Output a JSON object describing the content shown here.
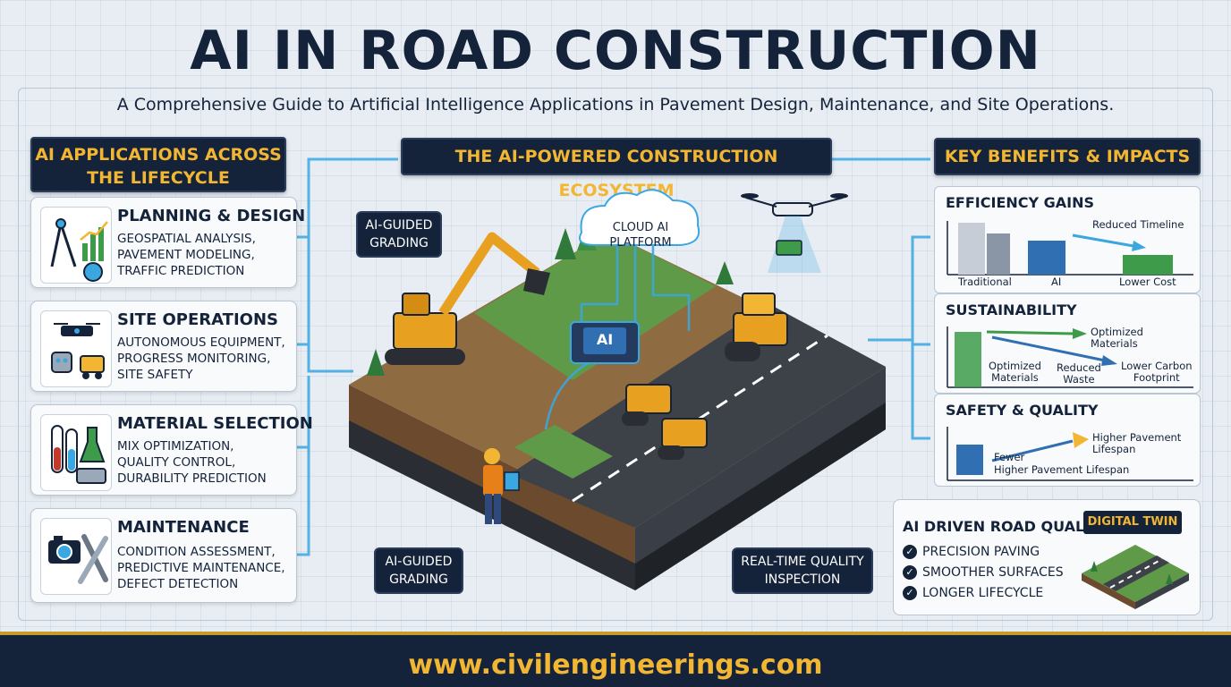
{
  "title": "AI IN ROAD CONSTRUCTION",
  "subtitle": "A Comprehensive Guide to Artificial Intelligence Applications in Pavement Design, Maintenance, and Site Operations.",
  "left": {
    "header_line1": "AI APPLICATIONS ACROSS",
    "header_line2": "THE LIFECYCLE",
    "cards": [
      {
        "title": "PLANNING & DESIGN",
        "lines": [
          "GEOSPATIAL ANALYSIS,",
          "PAVEMENT MODELING,",
          "TRAFFIC PREDICTION"
        ],
        "icon": "compass-chart-icon"
      },
      {
        "title": "SITE OPERATIONS",
        "lines": [
          "AUTONOMOUS EQUIPMENT,",
          "PROGRESS MONITORING,",
          "SITE SAFETY"
        ],
        "icon": "drone-robot-icon"
      },
      {
        "title": "MATERIAL SELECTION",
        "lines": [
          "MIX OPTIMIZATION,",
          "QUALITY CONTROL,",
          "DURABILITY PREDICTION"
        ],
        "icon": "test-tube-icon"
      },
      {
        "title": "MAINTENANCE",
        "lines": [
          "CONDITION ASSESSMENT,",
          "PREDICTIVE MAINTENANCE,",
          "DEFECT DETECTION"
        ],
        "icon": "camera-wrench-icon"
      }
    ]
  },
  "center": {
    "header": "THE AI-POWERED CONSTRUCTION ECOSYSTEM",
    "cloud_line1": "CLOUD AI",
    "cloud_line2": "PLATFORM",
    "chip_label": "AI",
    "callout_top_line1": "AI-GUIDED",
    "callout_top_line2": "GRADING",
    "callout_bottom_line1": "AI-GUIDED",
    "callout_bottom_line2": "GRADING",
    "callout_inspect_line1": "REAL-TIME QUALITY",
    "callout_inspect_line2": "INSPECTION"
  },
  "right": {
    "header": "KEY BENEFITS & IMPACTS",
    "efficiency": {
      "title": "EFFICIENCY GAINS",
      "arrow_label": "Reduced Timeline",
      "labels": [
        "Traditional",
        "AI",
        "Lower Cost"
      ]
    },
    "sustainability": {
      "title": "SUSTAINABILITY",
      "arrow1_line1": "Optimized",
      "arrow1_line2": "Materials",
      "bar_label_line1": "Optimized",
      "bar_label_line2": "Materials",
      "waste_line1": "Reduced",
      "waste_line2": "Waste",
      "carbon_line1": "Lower Carbon",
      "carbon_line2": "Footprint"
    },
    "safety": {
      "title": "SAFETY & QUALITY",
      "arrow_line1": "Higher Pavement",
      "arrow_line2": "Lifespan",
      "fewer": "Fewer",
      "bottom": "Higher Pavement Lifespan"
    },
    "quality": {
      "title": "AI DRIVEN ROAD QUALITY",
      "badge": "DIGITAL TWIN",
      "items": [
        "PRECISION PAVING",
        "SMOOTHER SURFACES",
        "LONGER LIFECYCLE"
      ]
    }
  },
  "footer": "www.civilengineerings.com",
  "colors": {
    "navy": "#14233a",
    "gold": "#f2b632",
    "accent_blue": "#3aa7e0",
    "bar_blue": "#2f6fb2",
    "bar_green": "#3d9b4a"
  }
}
